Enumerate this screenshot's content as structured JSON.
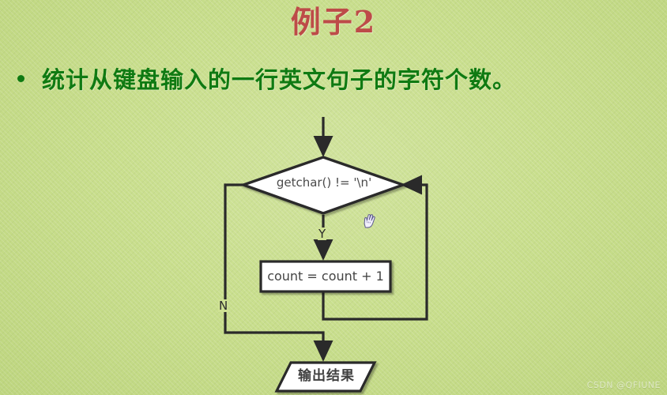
{
  "slide": {
    "title": "例子2",
    "background_color": "#c6dd87",
    "title_color": "#bd4b48",
    "bullet_color": "#0f7a12"
  },
  "bullet": {
    "marker": "bullet-dot",
    "text": "统计从键盘输入的一行英文句子的字符个数。"
  },
  "flowchart": {
    "nodes": [
      {
        "id": "condition",
        "shape": "diamond",
        "label": "getchar() != '\\n'"
      },
      {
        "id": "process",
        "shape": "rectangle",
        "label": "count = count + 1"
      },
      {
        "id": "output",
        "shape": "parallelogram",
        "label": "输出结果"
      }
    ],
    "branches": [
      {
        "id": "yes",
        "label": "Y",
        "from": "condition",
        "to": "process"
      },
      {
        "id": "no",
        "label": "N",
        "from": "condition",
        "to": "output"
      }
    ],
    "line_color": "#2a2a2a",
    "shape_fill": "#ffffff"
  },
  "cursor": {
    "icon": "hand-pointer-cursor"
  },
  "watermark": {
    "text": "CSDN @QFIUNE"
  }
}
